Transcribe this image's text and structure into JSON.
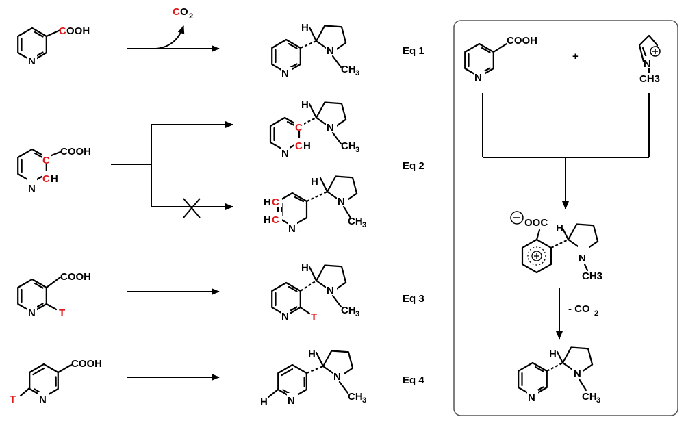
{
  "labels": {
    "cooh": "COOH",
    "co2_c": "C",
    "co2_o": "O",
    "co2_sub": "2",
    "N": "N",
    "H": "H",
    "CH": "CH",
    "CH3_main": "CH",
    "CH3_sub": "3",
    "CH3_box": "CH3",
    "C": "C",
    "T": "T",
    "plus": "+",
    "ooc": "OOC",
    "minus_co2": "- CO",
    "minus_co2_sub": "2"
  },
  "equations": {
    "eq1": "Eq 1",
    "eq2": "Eq 2",
    "eq3": "Eq 3",
    "eq4": "Eq 4"
  },
  "colors": {
    "label_red": "#e0191b",
    "bond": "#000000",
    "box_border": "#555555"
  },
  "icons": {
    "blocked_reaction": "cross-mark",
    "positive_charge": "circled-plus",
    "negative_charge": "circled-minus"
  }
}
